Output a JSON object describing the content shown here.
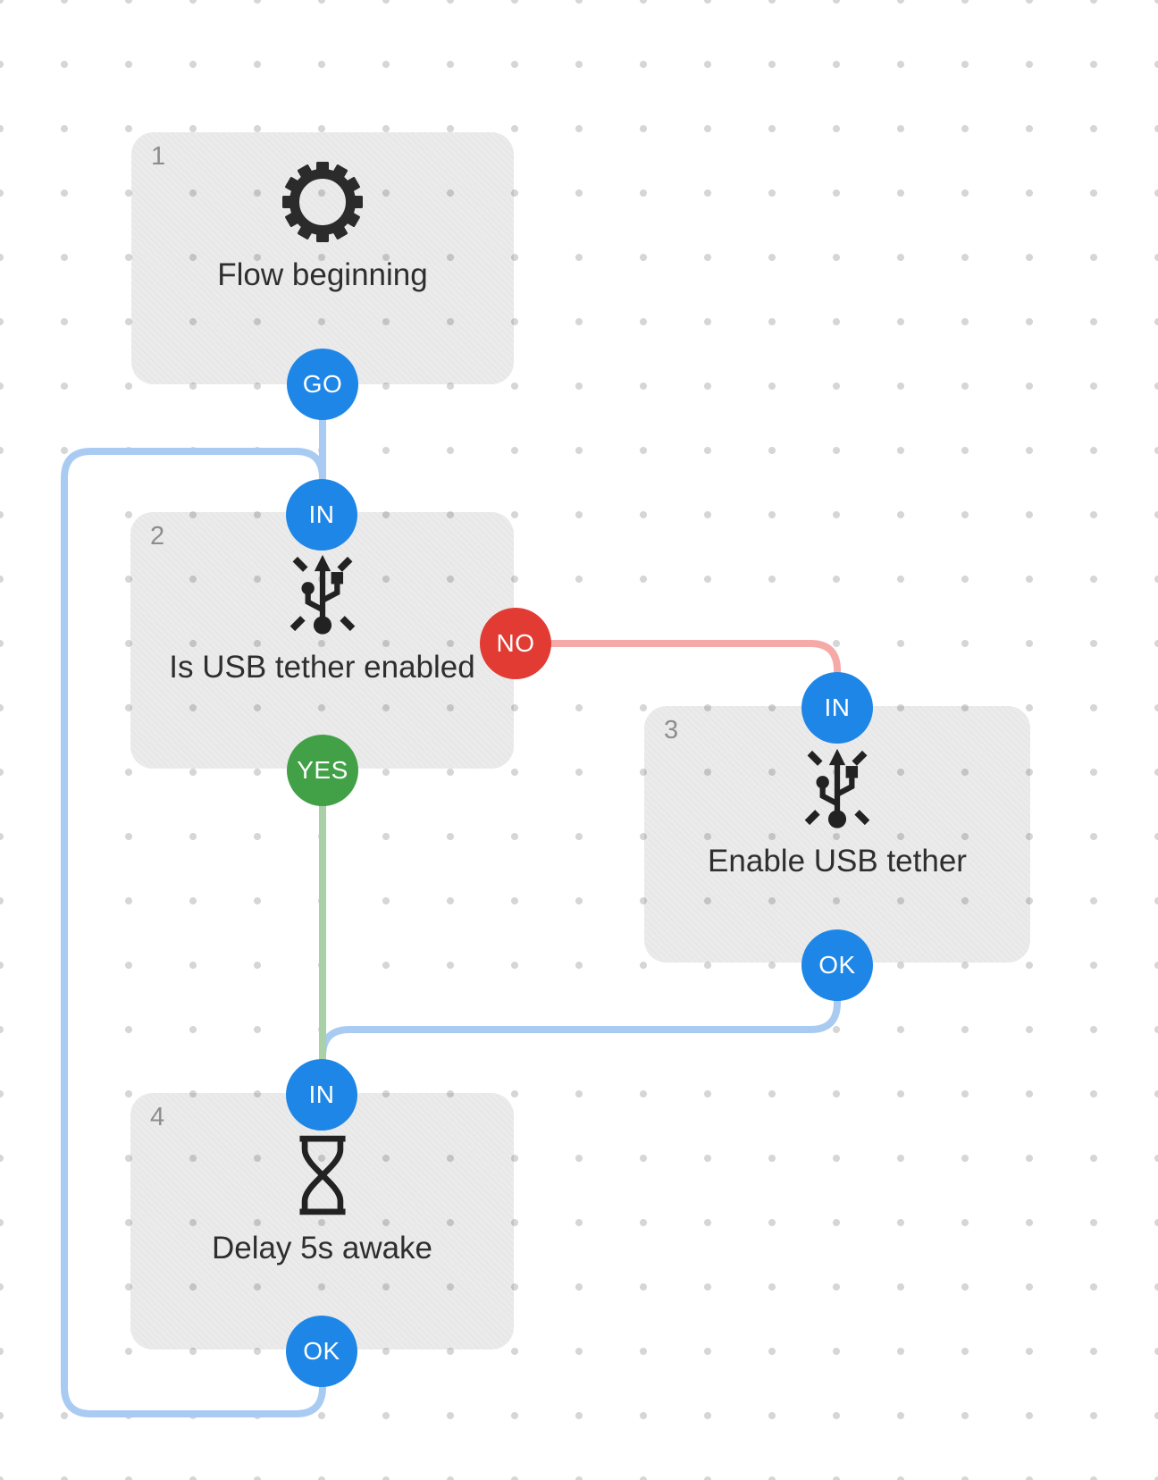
{
  "canvas": {
    "background_color": "#ffffff",
    "dot_color": "#d6d6d6",
    "card_color": "#e9e9e9"
  },
  "palette": {
    "port_blue": "#1e86e7",
    "port_red": "#e23b33",
    "port_green": "#42a047",
    "edge_blue": "#a9cbf2",
    "edge_red": "#f5aaa7",
    "edge_green": "#a9d0a7"
  },
  "nodes": [
    {
      "index": "1",
      "label": "Flow beginning",
      "icon": "gear-icon",
      "ports": [
        {
          "label": "GO",
          "color": "#1e86e7"
        }
      ]
    },
    {
      "index": "2",
      "label": "Is USB tether enabled",
      "icon": "usb-tether-icon",
      "ports": [
        {
          "label": "IN",
          "color": "#1e86e7"
        },
        {
          "label": "NO",
          "color": "#e23b33"
        },
        {
          "label": "YES",
          "color": "#42a047"
        }
      ]
    },
    {
      "index": "3",
      "label": "Enable USB tether",
      "icon": "usb-tether-icon",
      "ports": [
        {
          "label": "IN",
          "color": "#1e86e7"
        },
        {
          "label": "OK",
          "color": "#1e86e7"
        }
      ]
    },
    {
      "index": "4",
      "label": "Delay 5s awake",
      "icon": "hourglass-icon",
      "ports": [
        {
          "label": "IN",
          "color": "#1e86e7"
        },
        {
          "label": "OK",
          "color": "#1e86e7"
        }
      ]
    }
  ],
  "edges": [
    {
      "from": "1.GO",
      "to": "2.IN",
      "color": "#a9cbf2"
    },
    {
      "from": "2.NO",
      "to": "3.IN",
      "color": "#f5aaa7"
    },
    {
      "from": "2.YES",
      "to": "4.IN",
      "color": "#a9d0a7"
    },
    {
      "from": "3.OK",
      "to": "4.IN",
      "color": "#a9cbf2"
    },
    {
      "from": "4.OK",
      "to": "2.IN",
      "color": "#a9cbf2"
    }
  ]
}
